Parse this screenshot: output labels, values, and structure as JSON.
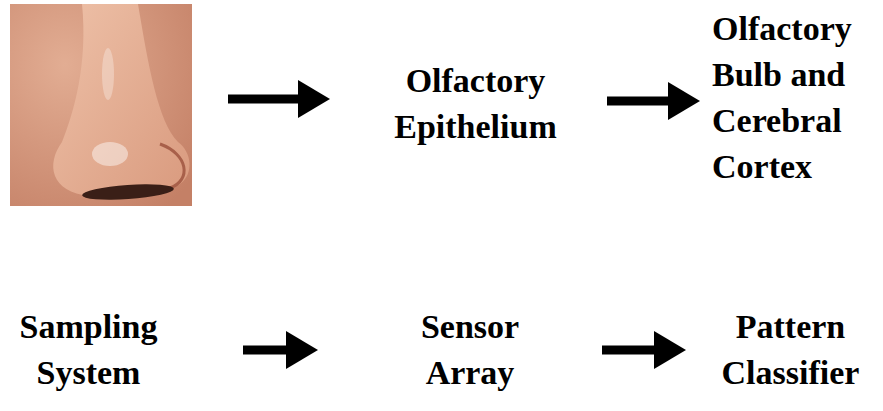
{
  "diagram": {
    "nodes": [
      {
        "text": [
          "Olfactory Epithelium"
        ]
      },
      {
        "text": [
          "Olfactory Bulb and Cerebral Cortex"
        ]
      },
      {
        "text": [
          "Sampling System"
        ]
      },
      {
        "text": [
          "Sensor Array"
        ]
      },
      {
        "text": [
          "Pattern Classifier"
        ]
      }
    ],
    "edges": [
      {
        "from": 0,
        "to": 1,
        "arrow": "to"
      },
      {
        "from": 2,
        "to": 3,
        "arrow": "to"
      },
      {
        "from": 3,
        "to": 4,
        "arrow": "to"
      }
    ]
  }
}
